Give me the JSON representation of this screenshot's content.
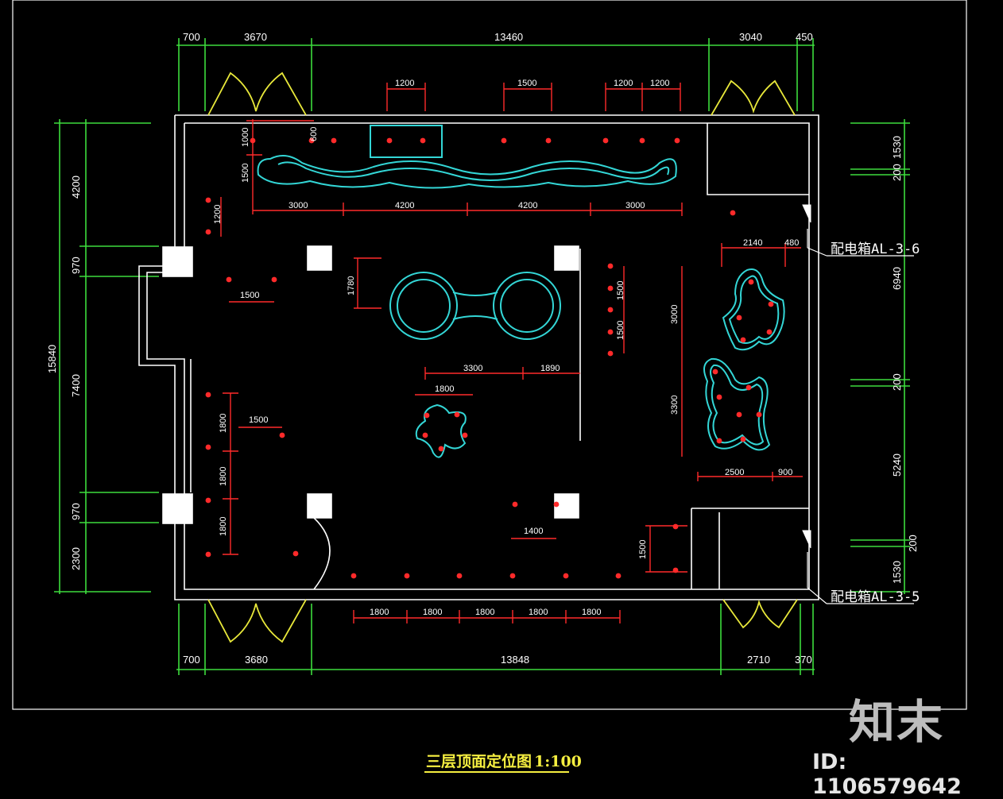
{
  "colors": {
    "wall": "#ffffff",
    "dimension": "#3ddc3d",
    "lighting": "#ff2a2a",
    "feature": "#33d6d6",
    "door": "#e8e83a",
    "background": "#000000"
  },
  "dimensions": {
    "top": [
      "700",
      "3670",
      "13460",
      "3040",
      "450"
    ],
    "bottom": [
      "700",
      "3680",
      "13848",
      "2710",
      "370"
    ],
    "left_outer": [
      "4200",
      "970",
      "15840",
      "7400",
      "970",
      "2300"
    ],
    "right_outer": [
      "1530",
      "200",
      "6940",
      "200",
      "5240",
      "200",
      "1530"
    ],
    "light_top": [
      "1200",
      "1500",
      "1200",
      "1200"
    ],
    "light_bottom": [
      "1800",
      "1800",
      "1800",
      "1800",
      "1800"
    ],
    "feature_row": [
      "3000",
      "4200",
      "4200",
      "3000"
    ],
    "misc_vertical": [
      "600",
      "1000",
      "1500",
      "1200",
      "1780",
      "1500",
      "1500",
      "1800",
      "1800",
      "1800",
      "3000",
      "3300",
      "1500"
    ],
    "misc_horizontal": [
      "1500",
      "3300",
      "1890",
      "1800",
      "1500",
      "2140",
      "480",
      "2500",
      "900",
      "1400"
    ]
  },
  "labels": {
    "panel_upper": "配电箱AL-3-6",
    "panel_lower": "配电箱AL-3-5"
  },
  "title": {
    "text": "三层顶面定位图",
    "scale": "1:100"
  },
  "watermark": {
    "brand": "知末",
    "id": "ID: 1106579642"
  }
}
